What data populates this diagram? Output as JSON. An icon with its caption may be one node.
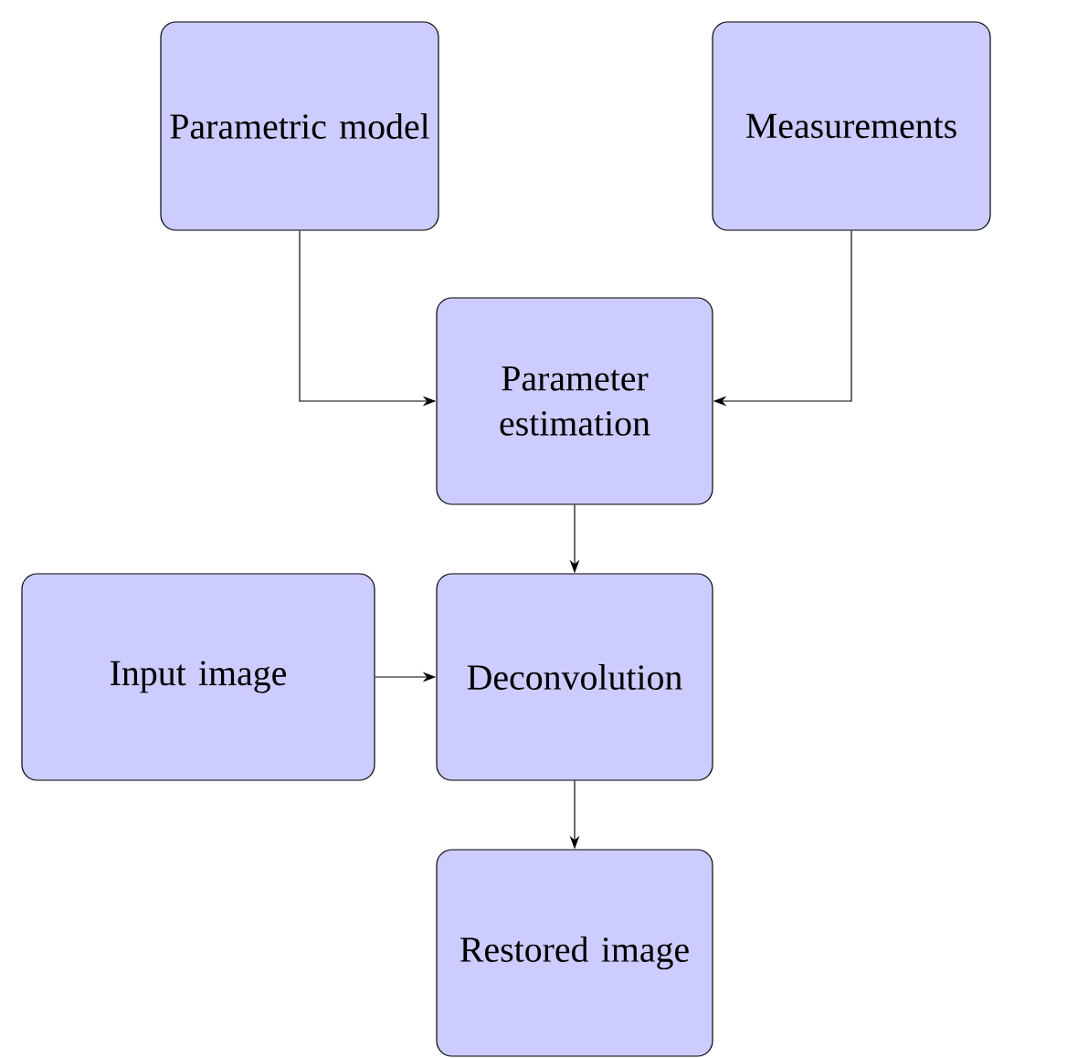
{
  "diagram": {
    "nodes": [
      {
        "text": [
          "Parametric model"
        ]
      },
      {
        "text": [
          "Measurements"
        ]
      },
      {
        "text": [
          "Parameter estimation"
        ]
      },
      {
        "text": [
          "Deconvolution"
        ]
      },
      {
        "text": [
          "Input image"
        ]
      },
      {
        "text": [
          "Restored image"
        ]
      }
    ],
    "edges": [
      {
        "from": 0,
        "to": 2,
        "arrow": "to"
      },
      {
        "from": 1,
        "to": 2,
        "arrow": "to"
      },
      {
        "from": 2,
        "to": 3,
        "arrow": "to"
      },
      {
        "from": 4,
        "to": 3,
        "arrow": "to"
      },
      {
        "from": 3,
        "to": 5,
        "arrow": "to"
      }
    ]
  }
}
